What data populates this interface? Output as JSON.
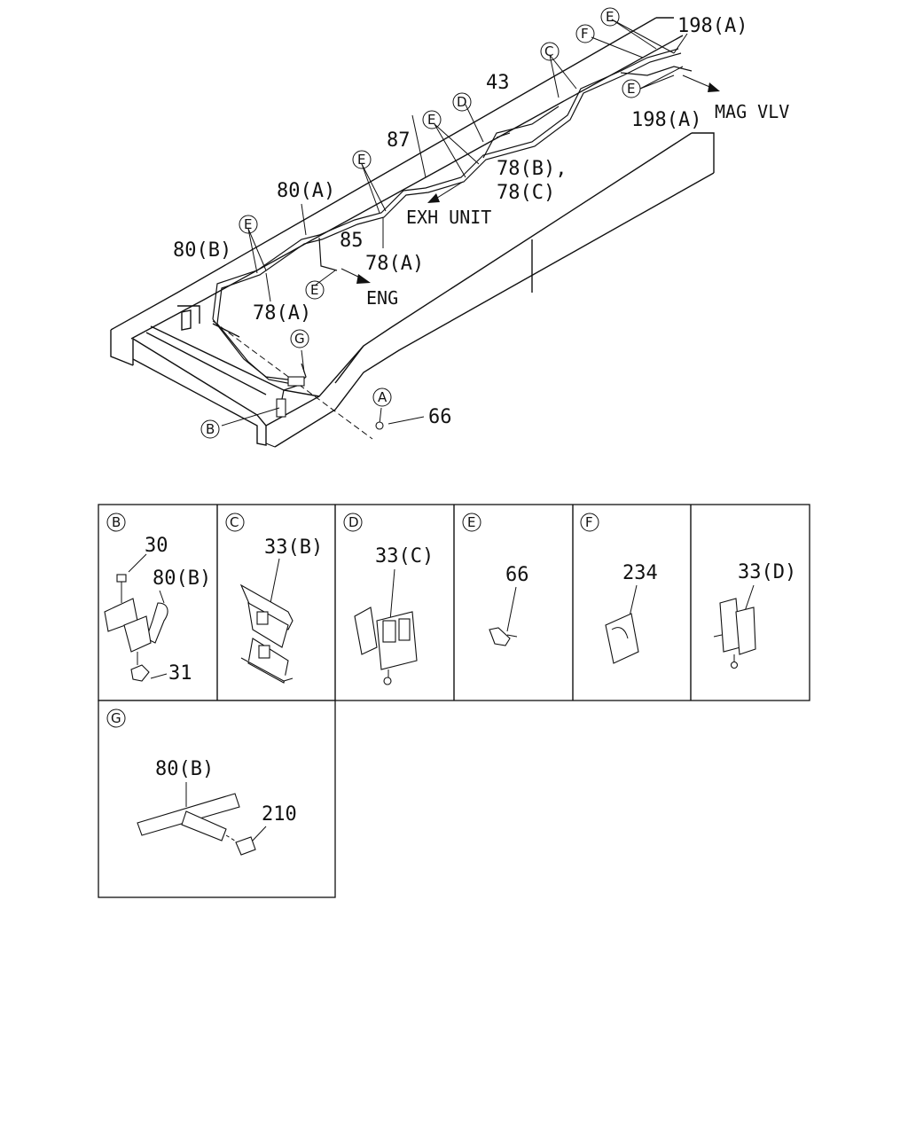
{
  "main": {
    "callouts": {
      "a198_top": "198(A)",
      "a198_bot": "198(A)",
      "mag_vlv": "MAG VLV",
      "n43": "43",
      "n87": "87",
      "b78c1": "78(B),",
      "b78c2": "78(C)",
      "exh_unit": "EXH UNIT",
      "n80a": "80(A)",
      "n85": "85",
      "n78a_mid": "78(A)",
      "n80b": "80(B)",
      "eng": "ENG",
      "n78a_left": "78(A)",
      "n66": "66"
    },
    "circle_letters": {
      "A": "A",
      "B": "B",
      "C": "C",
      "D": "D",
      "E": "E",
      "F": "F",
      "G": "G"
    }
  },
  "details": {
    "B": {
      "letter": "B",
      "labels": [
        "30",
        "80(B)",
        "31"
      ]
    },
    "C": {
      "letter": "C",
      "labels": [
        "33(B)"
      ]
    },
    "D": {
      "letter": "D",
      "labels": [
        "33(C)"
      ]
    },
    "E": {
      "letter": "E",
      "labels": [
        "66"
      ]
    },
    "F": {
      "letter": "F",
      "labels": [
        "234"
      ]
    },
    "D2": {
      "letter": "",
      "labels": [
        "33(D)"
      ]
    },
    "G": {
      "letter": "G",
      "labels": [
        "80(B)",
        "210"
      ]
    }
  },
  "style": {
    "line_color": "#111111",
    "background": "#ffffff"
  }
}
